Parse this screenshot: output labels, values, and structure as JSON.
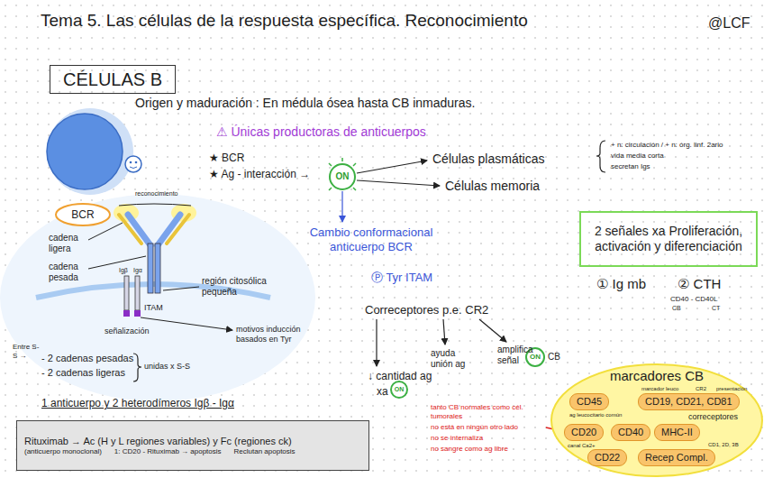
{
  "diagram": {
    "title": "Tema 5. Las células de la respuesta específica. Reconocimiento",
    "nodes": [
      {
        "text": [
          "CÉLULAS B"
        ]
      },
      {
        "text": [
          "ON"
        ]
      },
      {
        "text": [
          "BCR"
        ]
      },
      {
        "text": [
          "2 señales xa Proliferación, activación y diferenciación"
        ]
      },
      {
        "text": [
          "Rituximab → Ac (H y L regiones variables) y Fc (regiones ck)",
          "(anticuerpo monoclonal)",
          "1: CD20 - Rituximab → apoptosis",
          "Reclutan apoptosis"
        ]
      },
      {
        "text": [
          "ON"
        ]
      },
      {
        "text": [
          "ON"
        ]
      },
      {
        "text": [
          "marcadores CB"
        ]
      },
      {
        "text": [
          "CD45"
        ],
        "in": 7
      },
      {
        "text": [
          "CD19, CD21, CD81"
        ],
        "in": 7
      },
      {
        "text": [
          "CD20"
        ],
        "in": 7
      },
      {
        "text": [
          "CD40"
        ],
        "in": 7
      },
      {
        "text": [
          "MHC-II"
        ],
        "in": 7
      },
      {
        "text": [
          "CD22"
        ],
        "in": 7
      },
      {
        "text": [
          "Recep Compl."
        ],
        "in": 7
      }
    ],
    "labels": [
      "@LCF",
      "Origen y maduración : En médula ósea hasta CB inmaduras.",
      "⚠ Únicas productoras de anticuerpos",
      "★ BCR",
      "★ Ag - interacción →",
      "Células plasmáticas",
      "Células memoria",
      "+ n: circulación / + n: órg. linf. 2ario",
      "vida media corta",
      "secretan Igs",
      "reconocimiento",
      "cadena ligera",
      "cadena pesada",
      "Igβ",
      "Igα",
      "ITAM",
      "región citosólica pequeña",
      "señalización",
      "motivos inducción basados en Tyr",
      "Entre S-S →",
      "- 2 cadenas pesadas",
      "- 2 cadenas ligeras",
      "unidas x S-S",
      "1 anticuerpo y 2 heterodímeros Igβ - Igα",
      "Cambio conformacional anticuerpo BCR",
      "Ⓟ Tyr ITAM",
      "Correceptores p.e. CR2",
      "ayuda unión ag",
      "amplifica señal",
      "CB",
      "↓ cantidad ag",
      "xa",
      "tanto CB normales como cél. tumorales",
      "no está en ningún otro lado",
      "no se internaliza",
      "no sangre como ag libre",
      "① Ig mb",
      "② CTH",
      "CD40 - CD40L",
      "CB",
      "CT",
      "marcador leuco",
      "CR2",
      "presentación",
      "ag leucocitario común",
      "correceptores",
      "canal Ca2+",
      "CD1, 2D, 3B"
    ]
  }
}
